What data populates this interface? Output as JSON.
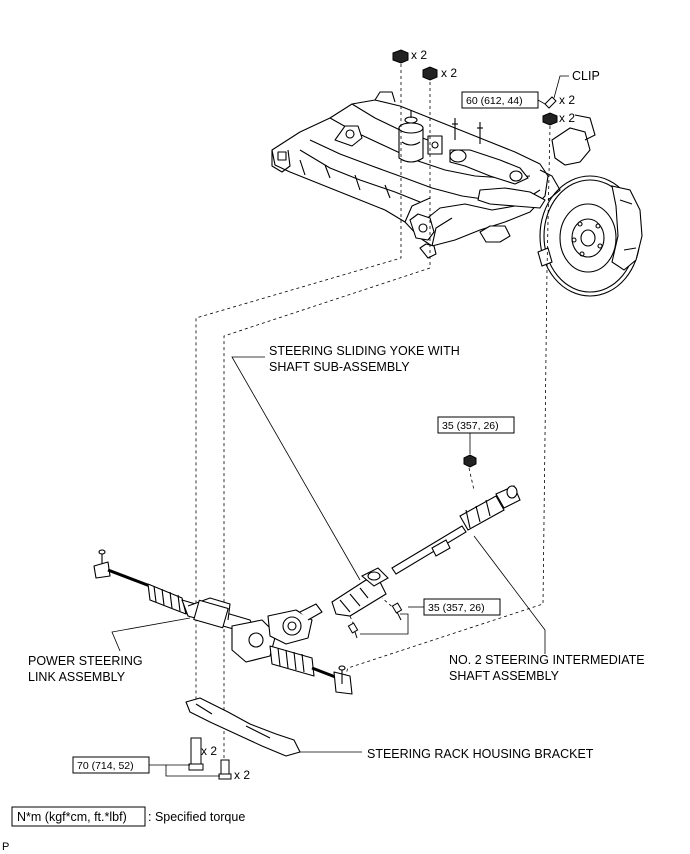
{
  "labels": {
    "clip": "CLIP",
    "sliding_yoke_line1": "STEERING SLIDING YOKE WITH",
    "sliding_yoke_line2": "SHAFT SUB-ASSEMBLY",
    "power_steering_line1": "POWER STEERING",
    "power_steering_line2": "LINK ASSEMBLY",
    "intermediate_line1": "NO. 2 STEERING INTERMEDIATE",
    "intermediate_line2": "SHAFT ASSEMBLY",
    "rack_bracket": "STEERING RACK HOUSING BRACKET"
  },
  "quantities": {
    "nut_top_1": "x 2",
    "nut_top_2": "x 2",
    "clip": "x 2",
    "knuckle_nut": "x 2",
    "bracket_bolt_1": "x 2",
    "bracket_bolt_2": "x 2"
  },
  "torques": {
    "knuckle": "60 (612, 44)",
    "intermediate_top": "35 (357, 26)",
    "yoke_joint": "35 (357, 26)",
    "bracket": "70 (714, 52)"
  },
  "legend": {
    "unit": "N*m (kgf*cm, ft.*lbf)",
    "desc": ": Specified torque"
  },
  "corner_mark": "P"
}
